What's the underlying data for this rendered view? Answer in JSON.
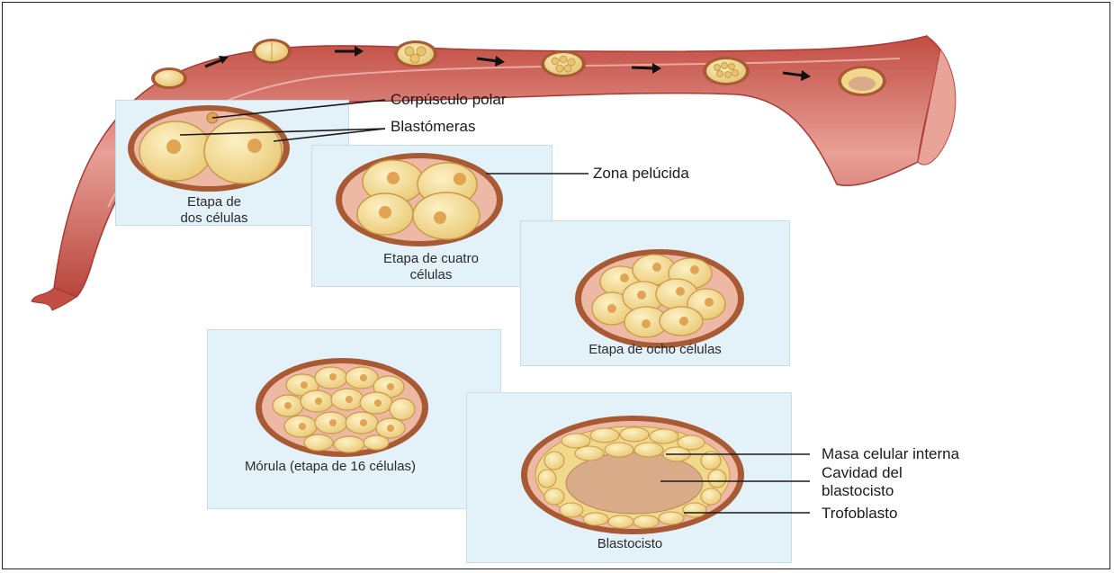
{
  "colors": {
    "tube_dark": "#b8453c",
    "tube_light": "#e9a49a",
    "panel_bg": "#e3f1f8",
    "zona": "#a85a34",
    "cell_fill": "#f1d98c",
    "nucleus": "#e0a453",
    "cavity": "#d9ab88"
  },
  "stages": {
    "two_cell": "Etapa de dos células",
    "four_cell": "Etapa de cuatro células",
    "eight_cell": "Etapa de ocho células",
    "morula": "Mórula (etapa de 16 células)",
    "blastocyst": "Blastocisto"
  },
  "labels": {
    "polar_body": "Corpúsculo polar",
    "blastomeres": "Blastómeras",
    "zona_pellucida": "Zona pelúcida",
    "inner_cell_mass": "Masa celular interna",
    "blastocyst_cavity": "Cavidad del blastocisto",
    "trophoblast": "Trofoblasto"
  }
}
